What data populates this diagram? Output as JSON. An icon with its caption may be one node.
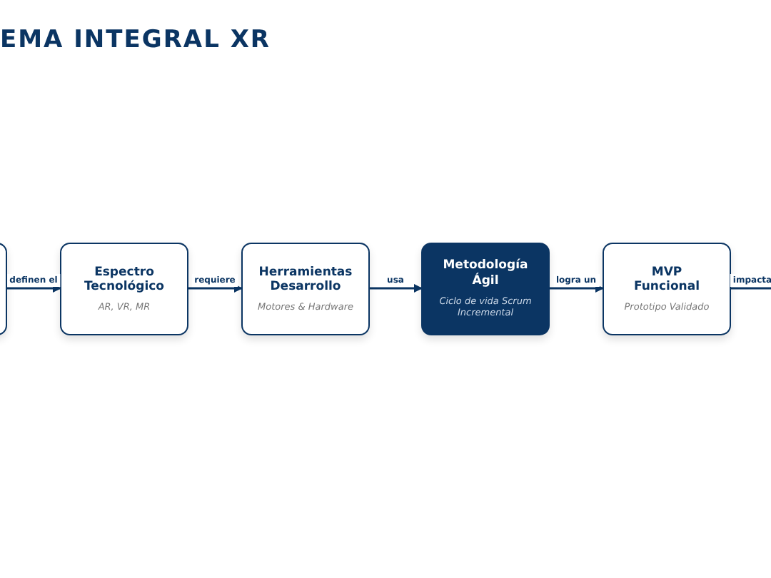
{
  "diagram": {
    "title": "EMA INTEGRAL XR",
    "nodes": [
      {
        "text": [],
        "shape": "box"
      },
      {
        "text": [
          "Espectro Tecnológico",
          "AR, VR, MR"
        ]
      },
      {
        "text": [
          "Herramientas Desarrollo",
          "Motores & Hardware"
        ]
      },
      {
        "text": [
          "Metodología Ágil",
          "Ciclo de vida Scrum Incremental"
        ]
      },
      {
        "text": [
          "MVP Funcional",
          "Prototipo Validado"
        ]
      }
    ],
    "edges": [
      {
        "from": 0,
        "to": 1,
        "arrow": "to",
        "label": "definen el"
      },
      {
        "from": 1,
        "to": 2,
        "arrow": "to",
        "label": "requiere"
      },
      {
        "from": 2,
        "to": 3,
        "arrow": "to",
        "label": "usa"
      },
      {
        "from": 3,
        "to": 4,
        "arrow": "to",
        "label": "logra un"
      },
      {
        "from": 4,
        "to": null,
        "arrow": "none",
        "label": "impacta"
      }
    ]
  }
}
